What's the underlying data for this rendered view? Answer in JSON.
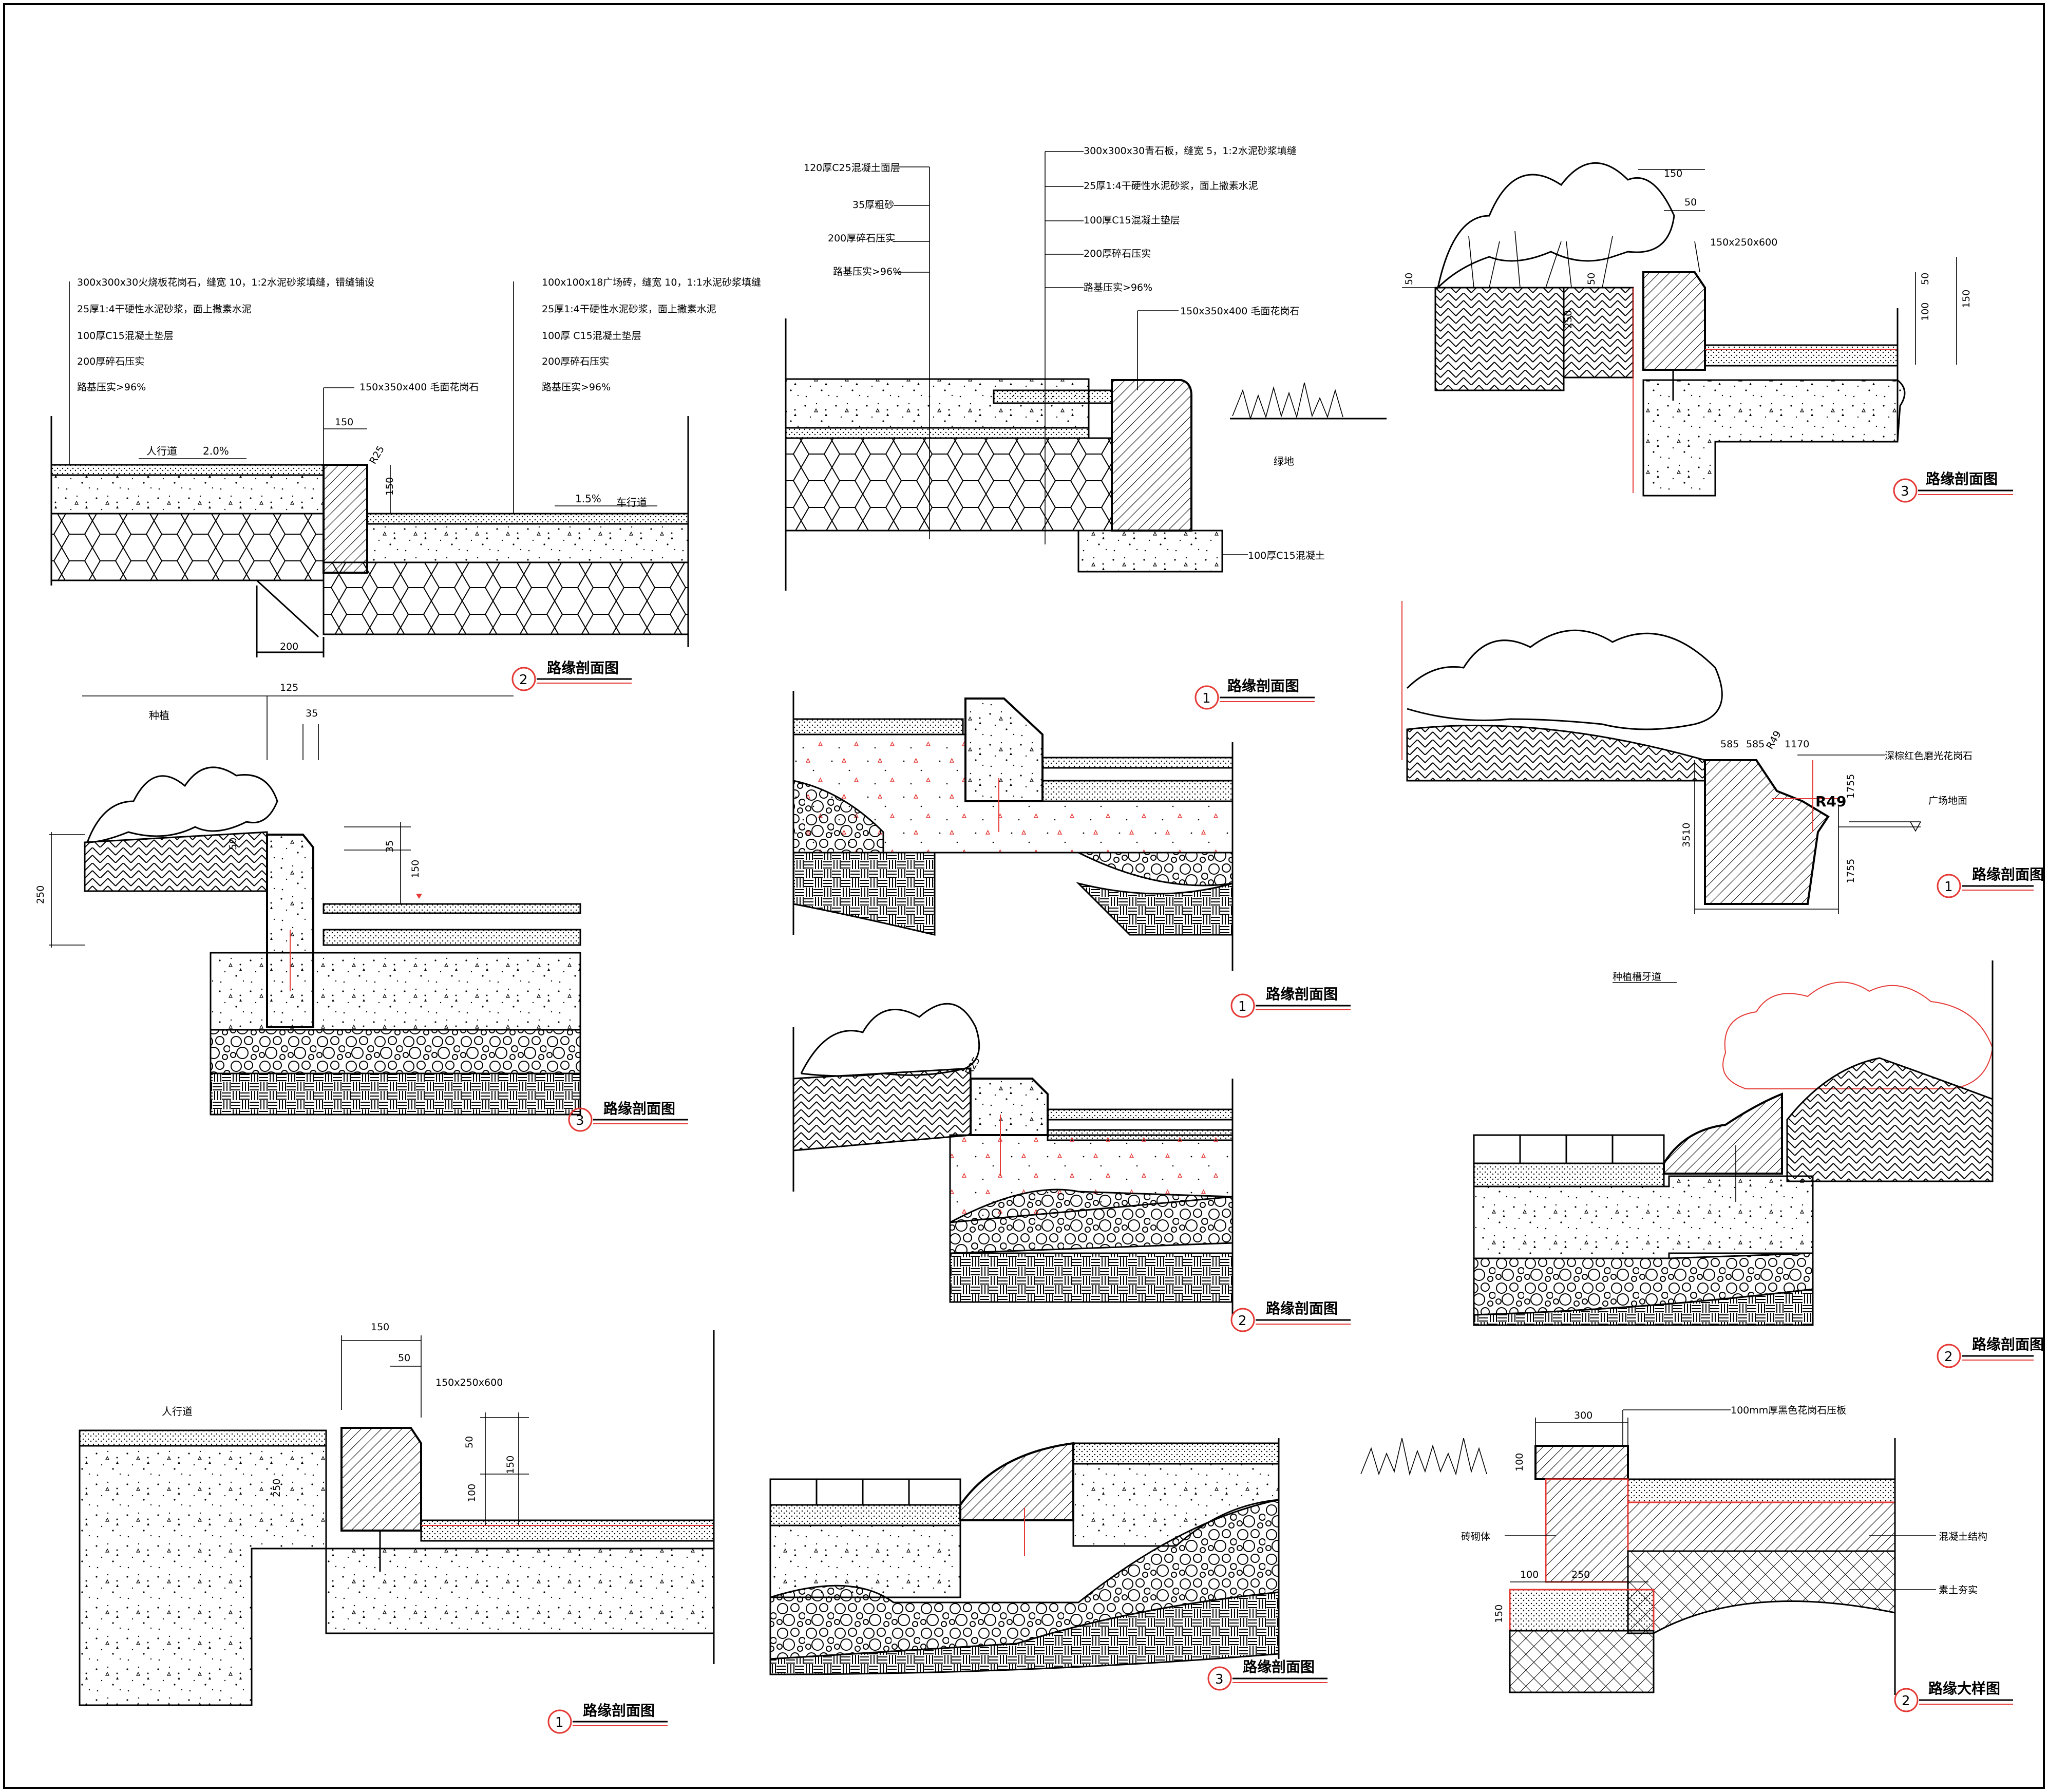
{
  "colors": {
    "ink": "#000000",
    "accent_red": "#e53935",
    "paper": "#ffffff"
  },
  "d1": {
    "notes_left": [
      "300x300x30火烧板花岗石，缝宽 10，1:2水泥砂浆填缝，错缝铺设",
      "25厚1:4干硬性水泥砂浆，面上撒素水泥",
      "100厚C15混凝土垫层",
      "200厚碎石压实",
      "路基压实>96%"
    ],
    "notes_right": [
      "100x100x18广场砖，缝宽 10，1:1水泥砂浆填缝",
      "25厚1:4干硬性水泥砂浆，面上撒素水泥",
      "100厚 C15混凝土垫层",
      "200厚碎石压实",
      "路基压实>96%"
    ],
    "curb_note": "150x350x400 毛面花岗石",
    "label_walk": "人行道",
    "slope_walk": "2.0%",
    "slope_road": "1.5%",
    "label_road": "车行道",
    "dim_150": "150",
    "dim_r25": "R25",
    "dim_150b": "150",
    "dim_200": "200",
    "title": "路缘剖面图",
    "num": "2"
  },
  "d2": {
    "notes_left": [
      "120厚C25混凝土面层",
      "35厚粗砂",
      "200厚碎石压实",
      "路基压实>96%"
    ],
    "notes_right": [
      "300x300x30青石板，缝宽 5，1:2水泥砂浆填缝",
      "25厚1:4干硬性水泥砂浆，面上撒素水泥",
      "100厚C15混凝土垫层",
      "200厚碎石压实",
      "路基压实>96%"
    ],
    "curb_note": "150x350x400 毛面花岗石",
    "label_green": "绿地",
    "base_note": "100厚C15混凝土",
    "title": "路缘剖面图",
    "num": "1"
  },
  "d3": {
    "dim_150": "150",
    "dim_50": "50",
    "dim_50a": "50",
    "dim_50b": "50",
    "dim_250": "250",
    "dim_100": "100",
    "dim_150b": "150",
    "stone": "150x250x600",
    "title": "路缘剖面图",
    "num": "3"
  },
  "d4": {
    "label_plant": "种植",
    "dim_125": "125",
    "dim_35": "35",
    "dim_250": "250",
    "dim_50": "50",
    "dim_35b": "35",
    "dim_150": "150",
    "title": "路缘剖面图",
    "num": "3"
  },
  "d5": {
    "title": "路缘剖面图",
    "num": "1"
  },
  "d6": {
    "dim_585": "585",
    "dim_585b": "585",
    "dim_r49": "R49",
    "dim_1170": "1170",
    "dim_3510": "3510",
    "dim_1755": "1755",
    "dim_1755b": "1755",
    "label_stone": "深棕红色磨光花岗石",
    "label_plaza": "广场地面",
    "label_r49": "R49",
    "title": "路缘剖面图",
    "num": "1"
  },
  "d7": {
    "dim_r25": "R25",
    "title": "路缘剖面图",
    "num": "2"
  },
  "d8": {
    "heading": "种植槽牙道",
    "title": "路缘剖面图",
    "num": "2"
  },
  "d9": {
    "dim_150": "150",
    "dim_50": "50",
    "stone": "150x250x600",
    "label_walk": "人行道",
    "dim_50b": "50",
    "dim_150b": "150",
    "dim_250": "250",
    "dim_100": "100",
    "title": "路缘剖面图",
    "num": "1"
  },
  "d10": {
    "title": "路缘剖面图",
    "num": "3"
  },
  "d11": {
    "dim_300": "300",
    "dim_100": "100",
    "dim_100b": "100",
    "dim_250": "250",
    "dim_150": "150",
    "note_top": "100mm厚黑色花岗石压板",
    "note_brick": "砖砌体",
    "note_conc": "混凝土结构",
    "note_soil": "素土夯实",
    "title": "路缘大样图",
    "num": "2"
  }
}
